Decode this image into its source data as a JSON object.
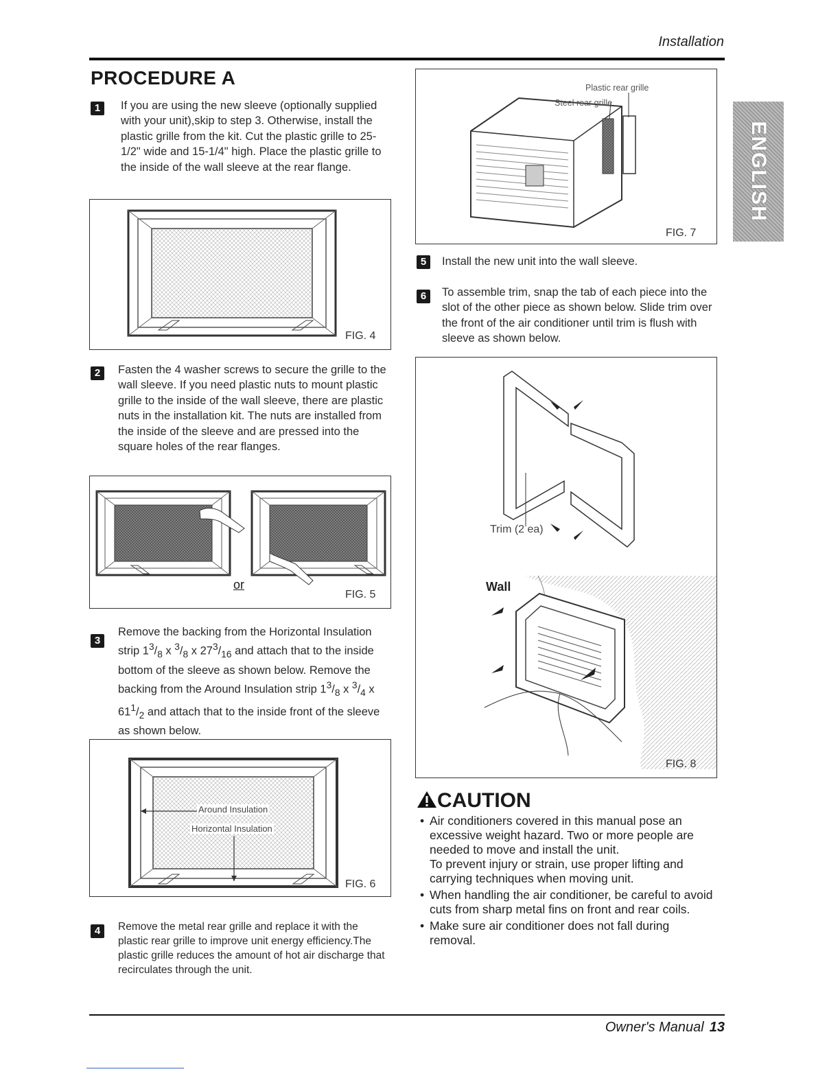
{
  "header": {
    "section": "Installation"
  },
  "footer": {
    "manual": "Owner's Manual",
    "page": "13"
  },
  "side_tab": {
    "label": "ENGLISH"
  },
  "procedure": {
    "title": "PROCEDURE A",
    "steps": [
      {
        "num": "1",
        "text": "If you are using the new sleeve (optionally supplied with your unit),skip to step 3. Otherwise, install the plastic grille from the kit. Cut the plastic grille to 25-1/2\" wide and 15-1/4\" high. Place the plastic grille to the inside of the wall sleeve at the rear flange."
      },
      {
        "num": "2",
        "text": "Fasten the 4 washer screws to secure the grille to the wall sleeve. If you need plastic nuts to mount plastic grille to the inside of the wall sleeve, there are plastic nuts in the installation kit. The nuts are installed from the inside of the sleeve and are pressed into the square holes of the rear flanges."
      },
      {
        "num": "3",
        "text_parts": [
          "Remove the backing from the Horizontal Insulation strip 1",
          "3",
          "/",
          "8",
          " x ",
          "3",
          "/",
          "8",
          " x 27",
          "3",
          "/",
          "16",
          " and attach that to the inside bottom of the sleeve as shown below. Remove the backing from the Around Insulation strip 1",
          "3",
          "/",
          "8",
          " x ",
          "3",
          "/",
          "4",
          " x 61",
          "1",
          "/",
          "2",
          " and attach that to the inside front of the sleeve as shown below."
        ]
      },
      {
        "num": "4",
        "text": "Remove the metal rear grille and replace it with the plastic rear grille to improve unit energy efficiency.The plastic grille reduces the amount of hot air discharge that recirculates through the unit."
      },
      {
        "num": "5",
        "text": "Install the new unit into the wall sleeve."
      },
      {
        "num": "6",
        "text": "To assemble trim, snap the tab of each piece into the slot of the other piece as shown below. Slide trim over the front of the air conditioner until trim is flush with sleeve as shown below."
      }
    ]
  },
  "figures": {
    "fig4": {
      "label": "FIG. 4"
    },
    "fig5": {
      "label": "FIG. 5",
      "or_label": "or"
    },
    "fig6": {
      "label": "FIG. 6",
      "callout_around": "Around Insulation",
      "callout_horizontal": "Horizontal Insulation"
    },
    "fig7": {
      "label": "FIG. 7",
      "callout_plastic": "Plastic rear grille",
      "callout_steel": "Steel rear grille"
    },
    "fig8": {
      "label": "FIG. 8",
      "callout_trim": "Trim (2 ea)",
      "callout_wall": "Wall"
    }
  },
  "caution": {
    "title": "CAUTION",
    "items": [
      {
        "text": "Air conditioners covered in this manual pose an excessive weight hazard. Two or more people are needed to move and install the unit.",
        "sub": "To prevent injury or strain, use proper lifting and carrying techniques when moving unit."
      },
      {
        "text": "When handling the air conditioner, be careful to avoid cuts from sharp metal fins on front and rear coils."
      },
      {
        "text": "Make sure air conditioner does not fall during removal."
      }
    ]
  },
  "colors": {
    "text": "#1a1a1a",
    "badge": "#1a1a1a",
    "tab": "#a6a6a6",
    "link_line": "#3a63c8"
  }
}
